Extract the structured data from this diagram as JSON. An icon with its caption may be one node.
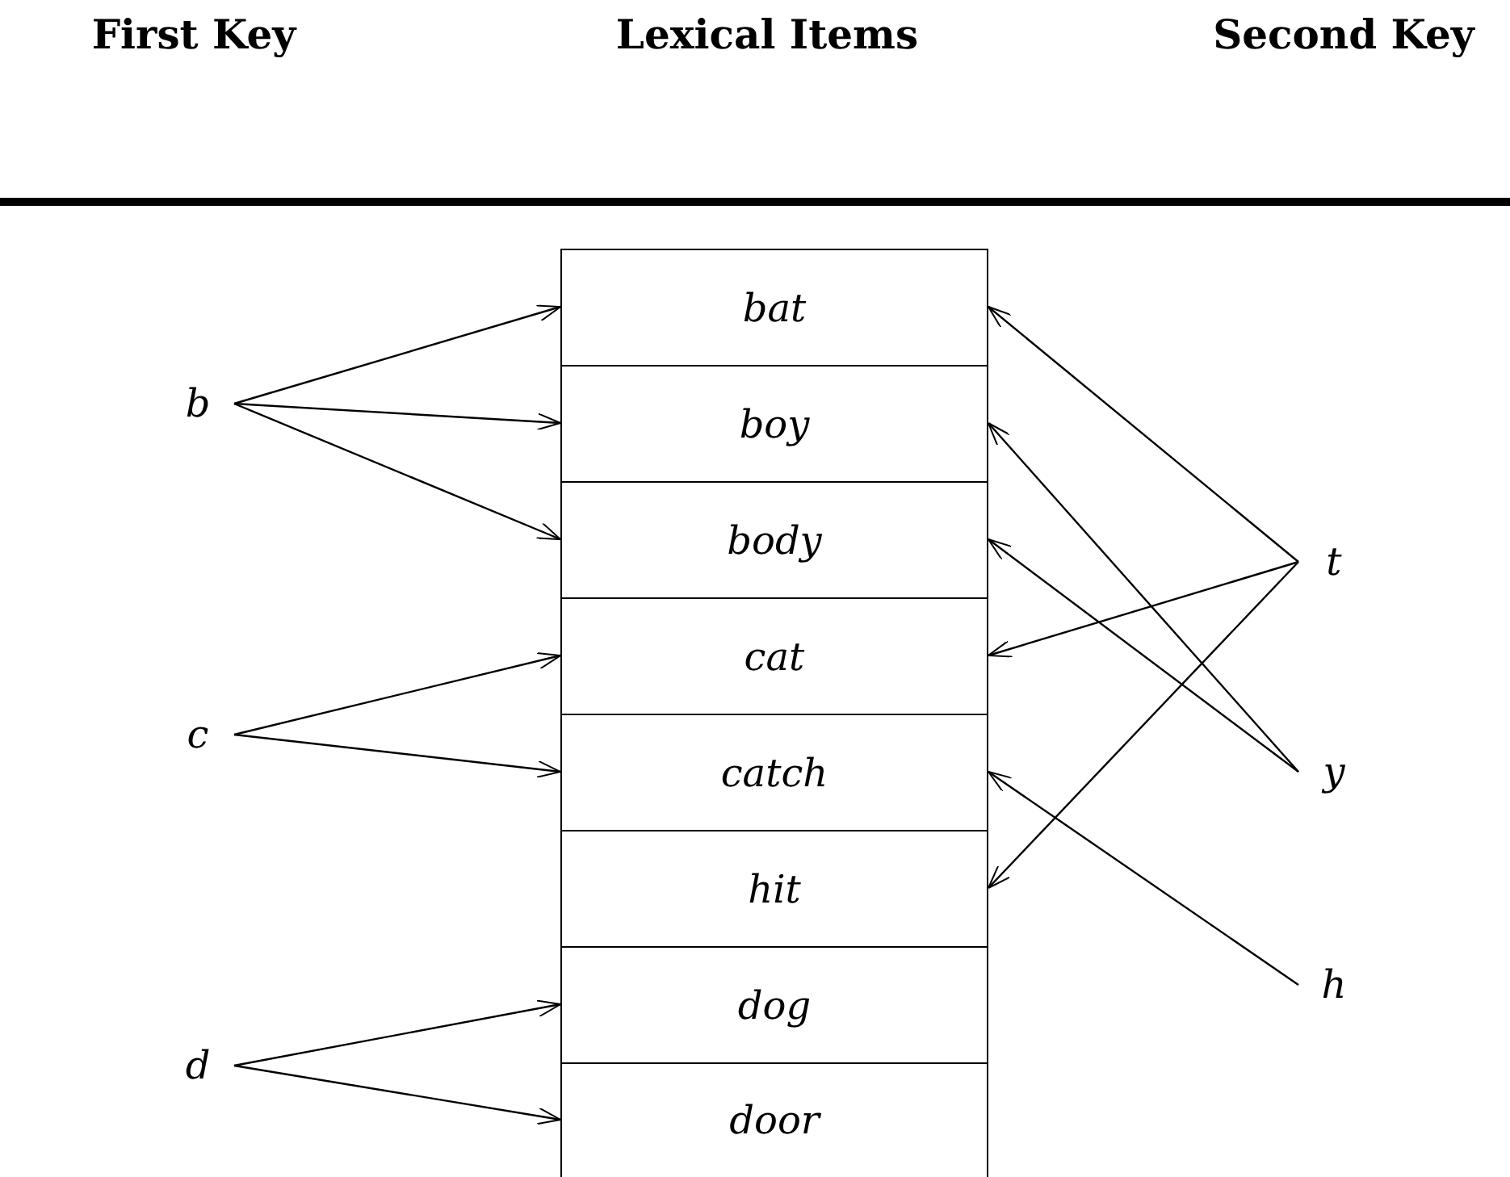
{
  "diagram": {
    "nodes": [
      {
        "text": [
          "b"
        ]
      },
      {
        "text": [
          "c"
        ]
      },
      {
        "text": [
          "d"
        ]
      },
      {
        "text": [
          "bat"
        ]
      },
      {
        "text": [
          "boy"
        ]
      },
      {
        "text": [
          "body"
        ]
      },
      {
        "text": [
          "cat"
        ]
      },
      {
        "text": [
          "catch"
        ]
      },
      {
        "text": [
          "hit"
        ]
      },
      {
        "text": [
          "dog"
        ]
      },
      {
        "text": [
          "door"
        ]
      },
      {
        "text": [
          "t"
        ]
      },
      {
        "text": [
          "y"
        ]
      },
      {
        "text": [
          "h"
        ]
      }
    ],
    "edges": [
      {
        "from": 0,
        "to": 3,
        "arrow": "to"
      },
      {
        "from": 0,
        "to": 4,
        "arrow": "to"
      },
      {
        "from": 0,
        "to": 5,
        "arrow": "to"
      },
      {
        "from": 1,
        "to": 6,
        "arrow": "to"
      },
      {
        "from": 1,
        "to": 7,
        "arrow": "to"
      },
      {
        "from": 2,
        "to": 9,
        "arrow": "to"
      },
      {
        "from": 2,
        "to": 10,
        "arrow": "to"
      },
      {
        "from": 11,
        "to": 3,
        "arrow": "to"
      },
      {
        "from": 11,
        "to": 6,
        "arrow": "to"
      },
      {
        "from": 11,
        "to": 8,
        "arrow": "to"
      },
      {
        "from": 12,
        "to": 4,
        "arrow": "to"
      },
      {
        "from": 12,
        "to": 5,
        "arrow": "to"
      },
      {
        "from": 13,
        "to": 7,
        "arrow": "to"
      }
    ],
    "labels": [
      "First Key",
      "Lexical Items",
      "Second Key"
    ]
  }
}
